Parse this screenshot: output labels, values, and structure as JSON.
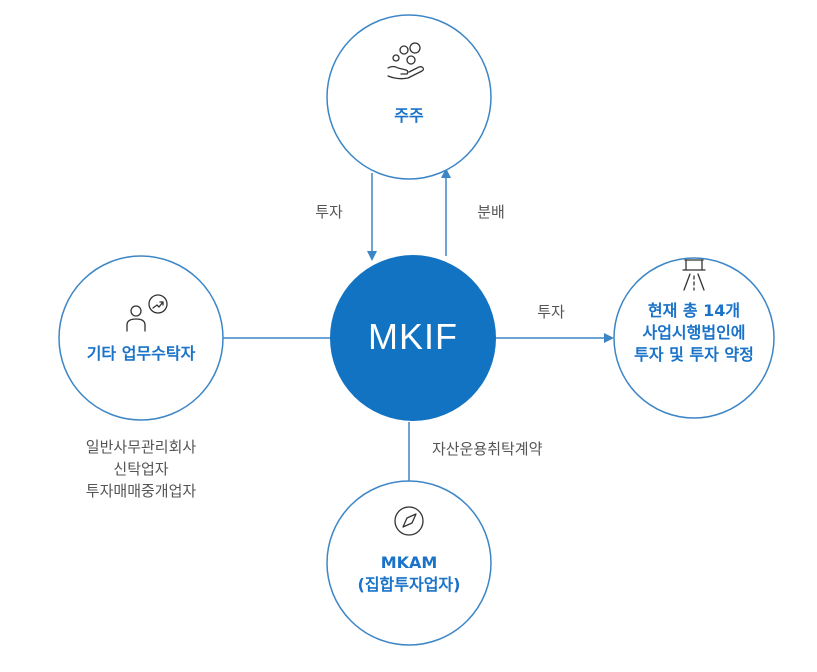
{
  "colors": {
    "accent": "#1a73c8",
    "center_fill": "#1273c3",
    "line": "#3d86c6",
    "text_gray": "#555555"
  },
  "nodes": {
    "center": {
      "label": "MKIF"
    },
    "top": {
      "label": "주주",
      "icon": "coins-hand-icon"
    },
    "left": {
      "label": "기타 업무수탁자",
      "icon": "person-chart-icon"
    },
    "right": {
      "lines": [
        "현재 총 14개",
        "사업시행법인에",
        "투자 및 투자 약정"
      ],
      "icon": "highway-road-icon"
    },
    "bottom": {
      "lines": [
        "MKAM",
        "(집합투자업자)"
      ],
      "icon": "compass-icon"
    }
  },
  "edges": {
    "invest_down": "투자",
    "distribute_up": "분배",
    "invest_right": "투자",
    "asset_contract": "자산운용취탁계약"
  },
  "notes": {
    "left_roles": [
      "일반사무관리회사",
      "신탁업자",
      "투자매매중개업자"
    ]
  }
}
